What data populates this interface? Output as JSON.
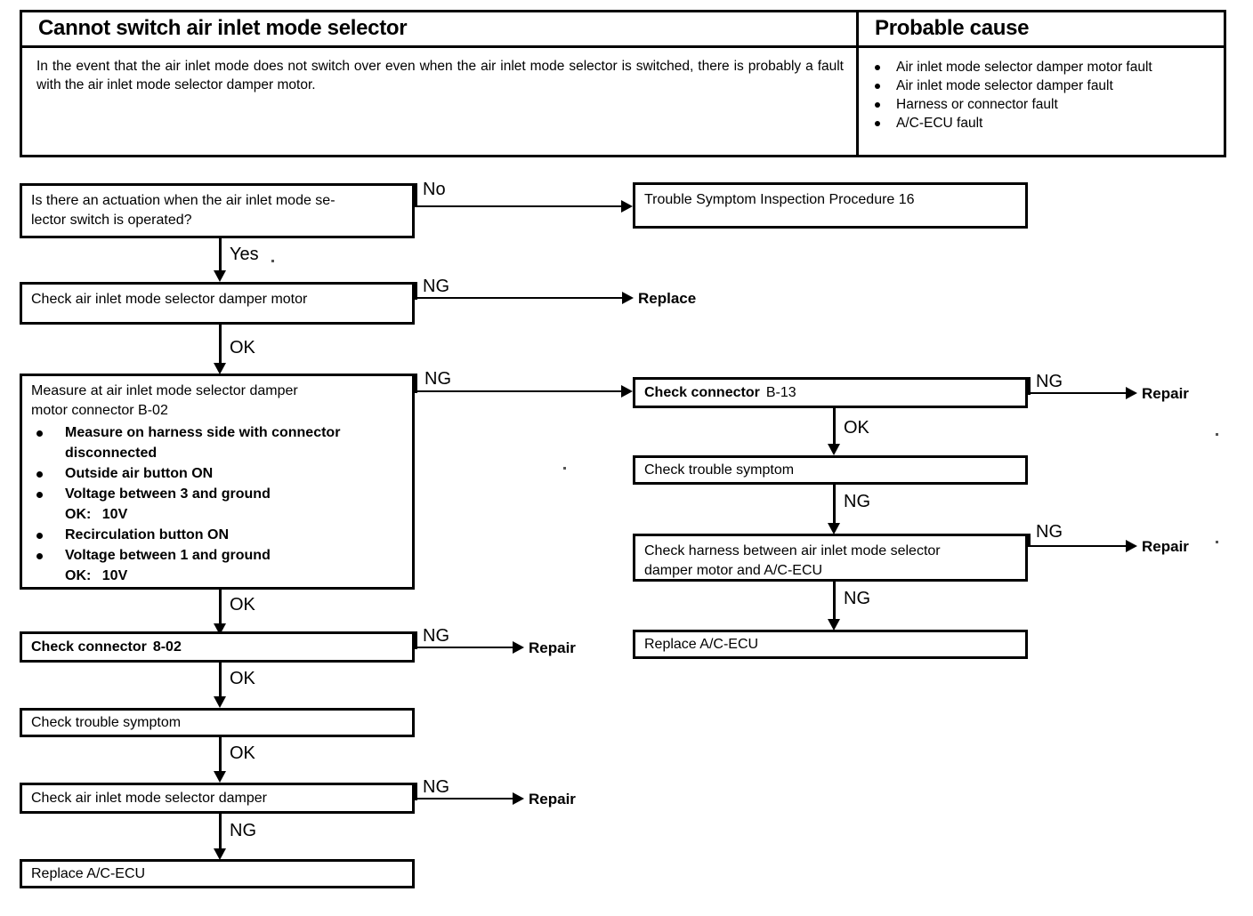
{
  "symptom_table": {
    "header_symptom": "Cannot switch air inlet mode selector",
    "header_cause": "Probable cause",
    "description": "In the event that the air inlet mode does not switch over even when the air inlet mode selector is switched, there is probably a fault with the air inlet mode selector damper motor.",
    "causes": [
      "Air inlet mode selector damper motor fault",
      "Air inlet mode selector damper fault",
      "Harness or connector fault",
      "A/C-ECU fault"
    ]
  },
  "flow": {
    "nodes": {
      "q1_line1": "Is there an actuation when the air inlet mode se-",
      "q1_line2": "lector switch is operated?",
      "tsip16": "Trouble  Symptom  Inspection  Procedure  16",
      "check_motor": "Check air inlet mode selector damper motor",
      "measure_line1": "Measure at air inlet mode selector damper",
      "measure_line2": "motor connector B-02",
      "measure_items": [
        "Measure on harness side with connector",
        "disconnected",
        "Outside air button ON",
        "Voltage between 3 and ground",
        "Recirculation button ON",
        "Voltage between 1 and ground"
      ],
      "measure_ok_1_label": "OK:",
      "measure_ok_1_value": "10V",
      "measure_ok_2_label": "OK:",
      "measure_ok_2_value": "10V",
      "check_conn_b02_bold": "Check connector",
      "check_conn_b02_id": "8-02",
      "check_trouble_symptom_left": "Check trouble symptom",
      "check_damper": "Check air inlet mode selector damper",
      "replace_acecu_left": "Replace A/C-ECU",
      "check_conn_b13_bold": "Check connector",
      "check_conn_b13_id": "B-13",
      "check_trouble_symptom_right": "Check trouble symptom",
      "check_harness_line1": "Check harness between air inlet mode selector",
      "check_harness_line2": "damper motor and A/C-ECU",
      "replace_acecu_right": "Replace A/C-ECU"
    },
    "edge_labels": {
      "no_1": "No",
      "yes_1": "Yes",
      "ng_motor": "NG",
      "ok_motor": "OK",
      "ng_measure": "NG",
      "ok_measure": "OK",
      "ng_conn_b02": "NG",
      "ok_conn_b02": "OK",
      "ok_trouble_left": "OK",
      "ng_damper": "NG",
      "ng_damper_down": "NG",
      "ng_conn_b13": "NG",
      "ok_conn_b13": "OK",
      "ng_trouble_right": "NG",
      "ng_harness": "NG",
      "ng_harness_down": "NG"
    },
    "terminals": {
      "replace": "Replace",
      "repair_b02": "Repair",
      "repair_damper": "Repair",
      "repair_b13": "Repair",
      "repair_harness": "Repair"
    }
  }
}
